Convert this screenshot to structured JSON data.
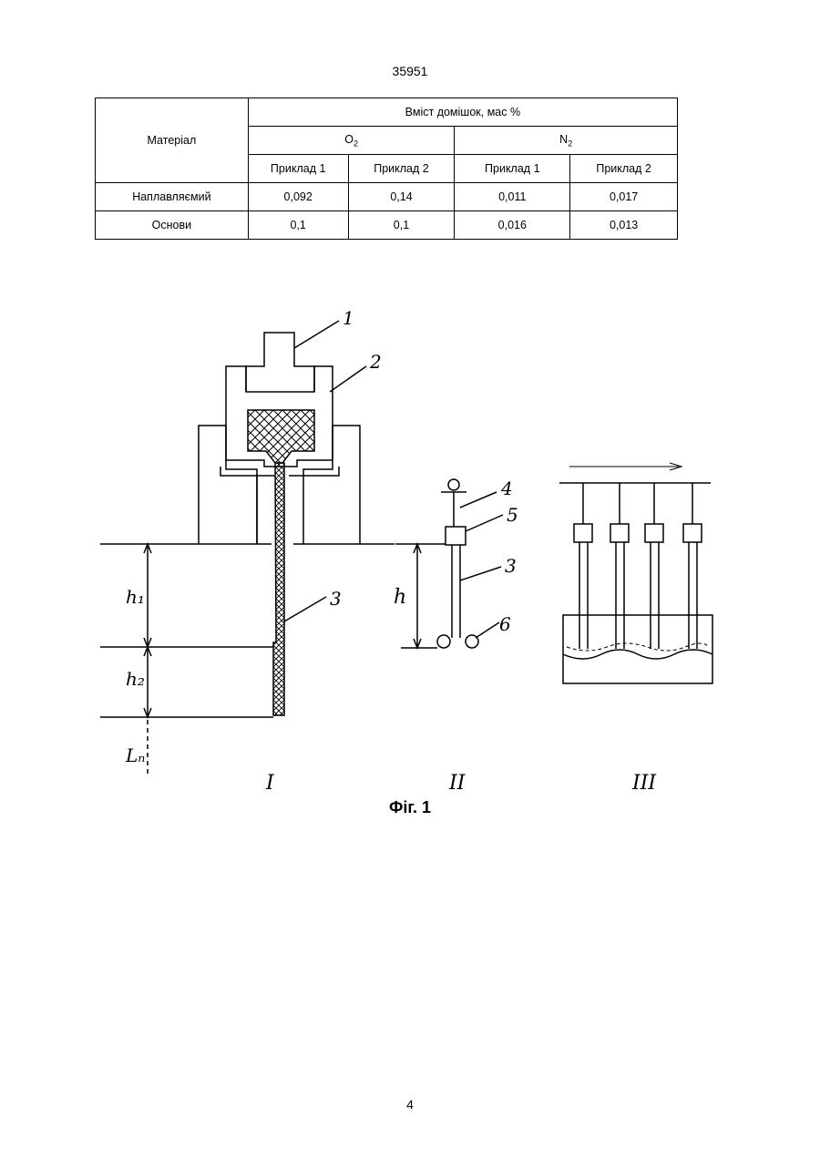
{
  "page": {
    "header_number": "35951",
    "footer_number": "4"
  },
  "table": {
    "material_header": "Матеріал",
    "content_header": "Вміст домішок, мас %",
    "groups": [
      {
        "base": "O",
        "sub": "2"
      },
      {
        "base": "N",
        "sub": "2"
      }
    ],
    "examples": [
      "Приклад 1",
      "Приклад 2",
      "Приклад 1",
      "Приклад 2"
    ],
    "rows": [
      {
        "material": "Наплавляємий",
        "values": [
          "0,092",
          "0,14",
          "0,011",
          "0,017"
        ]
      },
      {
        "material": "Основи",
        "values": [
          "0,1",
          "0,1",
          "0,016",
          "0,013"
        ]
      }
    ]
  },
  "figure": {
    "caption": "Фіг. 1",
    "labels": {
      "part1": "1",
      "part2": "2",
      "part3": "3",
      "part3b": "3",
      "part4": "4",
      "part5": "5",
      "part6": "6",
      "h1": "h₁",
      "h2": "h₂",
      "h": "h",
      "ln": "Lₙ"
    },
    "panels": [
      "I",
      "II",
      "III"
    ]
  }
}
